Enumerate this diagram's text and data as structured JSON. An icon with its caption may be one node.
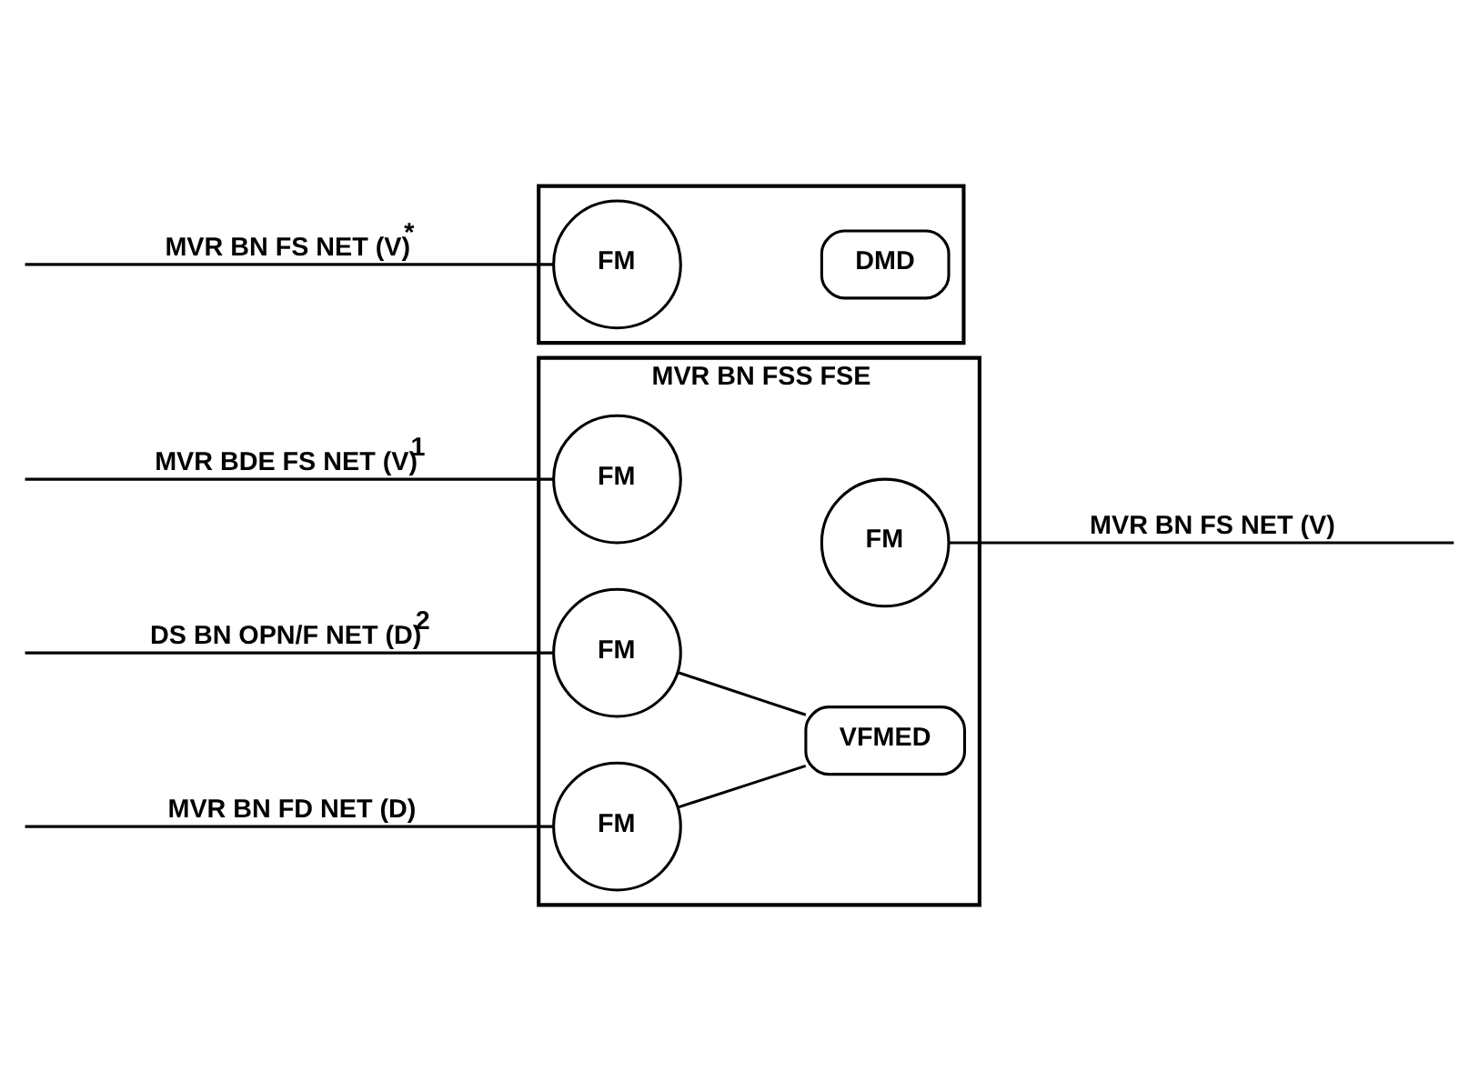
{
  "diagram": {
    "nodes": [
      {
        "text": [
          "MVR BN FSS FSE"
        ]
      },
      {
        "text": [
          "FM"
        ],
        "in": 0
      },
      {
        "text": [
          "FM"
        ],
        "in": 0
      },
      {
        "text": [
          "FM"
        ],
        "in": 0
      },
      {
        "text": [
          "VFMED"
        ],
        "in": 0
      },
      {
        "text": [
          "FM"
        ],
        "in": 0
      },
      {
        "text": [],
        "shape": "box"
      },
      {
        "text": [
          "FM"
        ],
        "in": 6
      },
      {
        "text": [
          "DMD"
        ],
        "in": 6
      }
    ],
    "edges": [
      {
        "from": null,
        "to": 1,
        "arrow": "none",
        "label": "MVR BDE FS NET (V)$^{1}$"
      },
      {
        "from": 2,
        "to": null,
        "arrow": "none",
        "label": "MVR BN FS NET (V)"
      },
      {
        "from": null,
        "to": 3,
        "arrow": "none",
        "label": "DS BN OPN/F NET (D)$^{2}$"
      },
      {
        "from": null,
        "to": 5,
        "arrow": "none",
        "label": "MVR BN FD NET (D)"
      },
      {
        "from": 3,
        "to": 4,
        "arrow": "none"
      },
      {
        "from": 5,
        "to": 4,
        "arrow": "none"
      },
      {
        "from": null,
        "to": 7,
        "arrow": "none",
        "label": "MVR BN FS NET (V)$^{*}$"
      }
    ]
  }
}
